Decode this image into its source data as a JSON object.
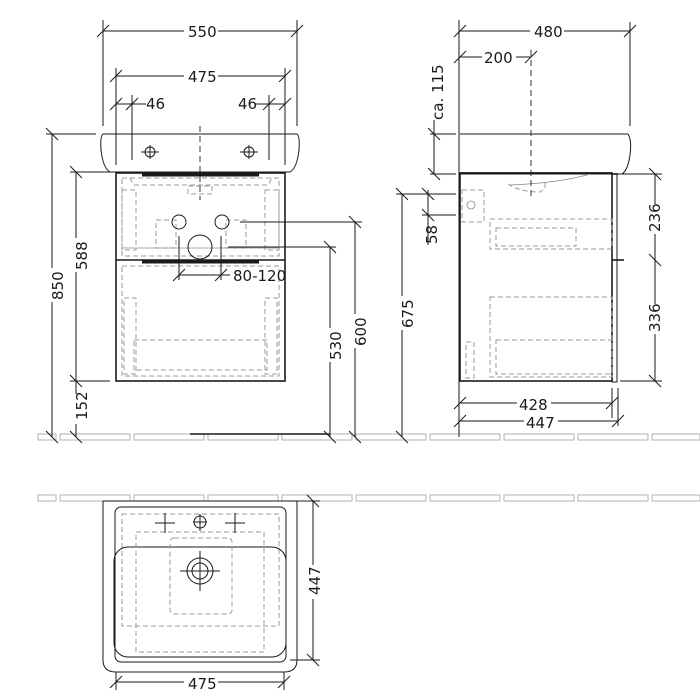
{
  "drawing": {
    "front_view": {
      "dimensions": {
        "overall_width": "550",
        "cabinet_width": "475",
        "tap_offset_left": "46",
        "tap_offset_right": "46",
        "overall_height": "850",
        "cabinet_height": "588",
        "floor_clearance": "152",
        "drain_spacing": "80-120",
        "height_530": "530",
        "height_600": "600",
        "height_675": "675"
      }
    },
    "side_view": {
      "dimensions": {
        "depth_overall": "480",
        "tap_axis_from_wall": "200",
        "basin_thickness": "ca. 115",
        "bracket_spacing": "58",
        "upper_drawer_height": "236",
        "lower_drawer_height": "336",
        "cabinet_depth": "428",
        "cabinet_depth_with_front": "447"
      }
    },
    "top_view": {
      "dimensions": {
        "depth": "447",
        "width": "475"
      }
    },
    "colors": {
      "line": "#1a1a1a",
      "hidden_line": "#9a9a9a",
      "tile": "#b0b0b0",
      "background": "#ffffff"
    }
  }
}
